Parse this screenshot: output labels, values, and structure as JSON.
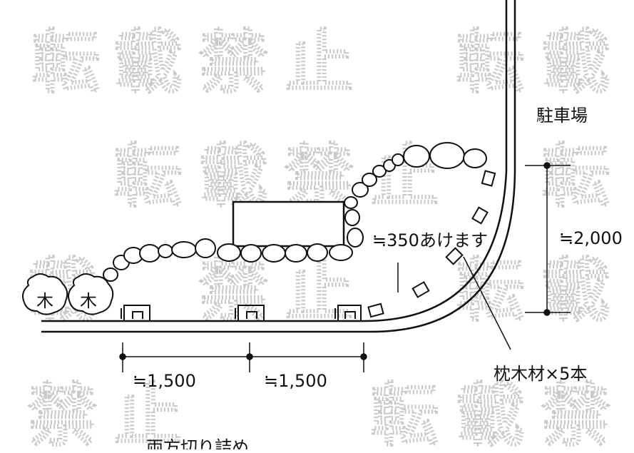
{
  "watermark": {
    "chars": [
      "転",
      "載",
      "禁",
      "止"
    ]
  },
  "labels": {
    "parking": "駐車場",
    "gap": "≒350あけます",
    "height_dim": "≒2,000",
    "sleepers": "枕木材×5本",
    "dim_left": "≒1,500",
    "dim_right": "≒1,500",
    "bottom_note": "両方切り詰め",
    "tree": "木"
  },
  "colors": {
    "line": "#111111",
    "watermark": "#c9c9c9",
    "background": "#ffffff"
  }
}
